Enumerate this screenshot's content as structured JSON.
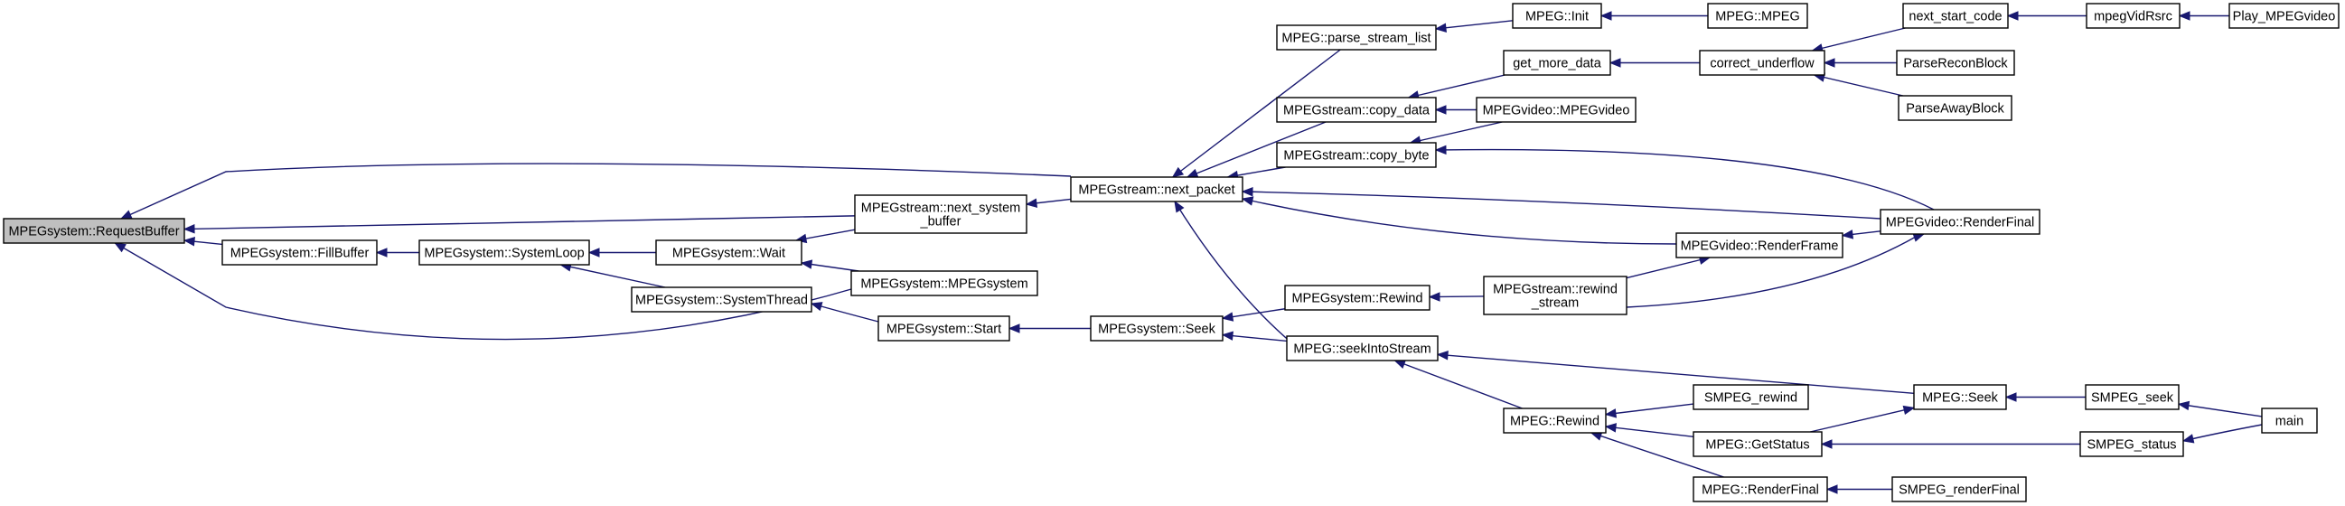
{
  "graph": {
    "nodes": [
      {
        "id": "MPEGsystem_RequestBuffer",
        "lines": [
          "MPEGsystem::RequestBuffer"
        ],
        "current": true
      },
      {
        "id": "MPEGsystem_FillBuffer",
        "lines": [
          "MPEGsystem::FillBuffer"
        ]
      },
      {
        "id": "MPEGsystem_SystemLoop",
        "lines": [
          "MPEGsystem::SystemLoop"
        ]
      },
      {
        "id": "MPEGsystem_Wait",
        "lines": [
          "MPEGsystem::Wait"
        ]
      },
      {
        "id": "MPEGsystem_SystemThread",
        "lines": [
          "MPEGsystem::SystemThread"
        ]
      },
      {
        "id": "MPEGsystem_MPEGsystem",
        "lines": [
          "MPEGsystem::MPEGsystem"
        ]
      },
      {
        "id": "MPEGsystem_Start",
        "lines": [
          "MPEGsystem::Start"
        ]
      },
      {
        "id": "MPEGsystem_Seek",
        "lines": [
          "MPEGsystem::Seek"
        ]
      },
      {
        "id": "MPEGstream_next_system_buffer",
        "lines": [
          "MPEGstream::next_system",
          "_buffer"
        ]
      },
      {
        "id": "MPEGstream_next_packet",
        "lines": [
          "MPEGstream::next_packet"
        ]
      },
      {
        "id": "MPEG_parse_stream_list",
        "lines": [
          "MPEG::parse_stream_list"
        ]
      },
      {
        "id": "MPEG_Init",
        "lines": [
          "MPEG::Init"
        ]
      },
      {
        "id": "MPEG_MPEG",
        "lines": [
          "MPEG::MPEG"
        ]
      },
      {
        "id": "MPEGstream_copy_data",
        "lines": [
          "MPEGstream::copy_data"
        ]
      },
      {
        "id": "get_more_data",
        "lines": [
          "get_more_data"
        ]
      },
      {
        "id": "correct_underflow",
        "lines": [
          "correct_underflow"
        ]
      },
      {
        "id": "next_start_code",
        "lines": [
          "next_start_code"
        ]
      },
      {
        "id": "mpegVidRsrc",
        "lines": [
          "mpegVidRsrc"
        ]
      },
      {
        "id": "Play_MPEGvideo",
        "lines": [
          "Play_MPEGvideo"
        ]
      },
      {
        "id": "ParseReconBlock",
        "lines": [
          "ParseReconBlock"
        ]
      },
      {
        "id": "ParseAwayBlock",
        "lines": [
          "ParseAwayBlock"
        ]
      },
      {
        "id": "MPEGvideo_MPEGvideo",
        "lines": [
          "MPEGvideo::MPEGvideo"
        ]
      },
      {
        "id": "MPEGstream_copy_byte",
        "lines": [
          "MPEGstream::copy_byte"
        ]
      },
      {
        "id": "MPEGvideo_RenderFinal",
        "lines": [
          "MPEGvideo::RenderFinal"
        ]
      },
      {
        "id": "MPEGvideo_RenderFrame",
        "lines": [
          "MPEGvideo::RenderFrame"
        ]
      },
      {
        "id": "MPEGsystem_Rewind",
        "lines": [
          "MPEGsystem::Rewind"
        ]
      },
      {
        "id": "MPEGstream_rewind_stream",
        "lines": [
          "MPEGstream::rewind",
          "_stream"
        ]
      },
      {
        "id": "MPEG_seekIntoStream",
        "lines": [
          "MPEG::seekIntoStream"
        ]
      },
      {
        "id": "MPEG_Seek",
        "lines": [
          "MPEG::Seek"
        ]
      },
      {
        "id": "SMPEG_seek",
        "lines": [
          "SMPEG_seek"
        ]
      },
      {
        "id": "main",
        "lines": [
          "main"
        ]
      },
      {
        "id": "MPEG_Rewind",
        "lines": [
          "MPEG::Rewind"
        ]
      },
      {
        "id": "SMPEG_rewind",
        "lines": [
          "SMPEG_rewind"
        ]
      },
      {
        "id": "MPEG_GetStatus",
        "lines": [
          "MPEG::GetStatus"
        ]
      },
      {
        "id": "SMPEG_status",
        "lines": [
          "SMPEG_status"
        ]
      },
      {
        "id": "MPEG_RenderFinal",
        "lines": [
          "MPEG::RenderFinal"
        ]
      },
      {
        "id": "SMPEG_renderFinal",
        "lines": [
          "SMPEG_renderFinal"
        ]
      }
    ],
    "edges": [
      {
        "from": "MPEGsystem_FillBuffer",
        "to": "MPEGsystem_RequestBuffer"
      },
      {
        "from": "MPEGstream_next_system_buffer",
        "to": "MPEGsystem_RequestBuffer"
      },
      {
        "from": "MPEGstream_next_packet",
        "to": "MPEGsystem_RequestBuffer"
      },
      {
        "from": "MPEGsystem_MPEGsystem",
        "to": "MPEGsystem_RequestBuffer"
      },
      {
        "from": "MPEGsystem_SystemLoop",
        "to": "MPEGsystem_FillBuffer"
      },
      {
        "from": "MPEGsystem_Wait",
        "to": "MPEGsystem_SystemLoop"
      },
      {
        "from": "MPEGsystem_SystemThread",
        "to": "MPEGsystem_SystemLoop"
      },
      {
        "from": "MPEGstream_next_system_buffer",
        "to": "MPEGsystem_Wait"
      },
      {
        "from": "MPEGsystem_MPEGsystem",
        "to": "MPEGsystem_Wait"
      },
      {
        "from": "MPEGsystem_Start",
        "to": "MPEGsystem_SystemThread"
      },
      {
        "from": "MPEGsystem_Seek",
        "to": "MPEGsystem_Start"
      },
      {
        "from": "MPEGsystem_Rewind",
        "to": "MPEGsystem_Seek"
      },
      {
        "from": "MPEG_seekIntoStream",
        "to": "MPEGsystem_Seek"
      },
      {
        "from": "MPEGstream_next_packet",
        "to": "MPEGstream_next_system_buffer"
      },
      {
        "from": "MPEG_parse_stream_list",
        "to": "MPEGstream_next_packet"
      },
      {
        "from": "MPEGstream_copy_data",
        "to": "MPEGstream_next_packet"
      },
      {
        "from": "MPEGstream_copy_byte",
        "to": "MPEGstream_next_packet"
      },
      {
        "from": "MPEGvideo_RenderFinal",
        "to": "MPEGstream_next_packet"
      },
      {
        "from": "MPEGvideo_RenderFrame",
        "to": "MPEGstream_next_packet"
      },
      {
        "from": "MPEG_seekIntoStream",
        "to": "MPEGstream_next_packet"
      },
      {
        "from": "MPEG_Init",
        "to": "MPEG_parse_stream_list"
      },
      {
        "from": "MPEG_MPEG",
        "to": "MPEG_Init"
      },
      {
        "from": "get_more_data",
        "to": "MPEGstream_copy_data"
      },
      {
        "from": "MPEGvideo_MPEGvideo",
        "to": "MPEGstream_copy_data"
      },
      {
        "from": "correct_underflow",
        "to": "get_more_data"
      },
      {
        "from": "next_start_code",
        "to": "correct_underflow"
      },
      {
        "from": "ParseReconBlock",
        "to": "correct_underflow"
      },
      {
        "from": "ParseAwayBlock",
        "to": "correct_underflow"
      },
      {
        "from": "mpegVidRsrc",
        "to": "next_start_code"
      },
      {
        "from": "Play_MPEGvideo",
        "to": "mpegVidRsrc"
      },
      {
        "from": "MPEGvideo_MPEGvideo",
        "to": "MPEGstream_copy_byte"
      },
      {
        "from": "MPEGvideo_RenderFinal",
        "to": "MPEGstream_copy_byte"
      },
      {
        "from": "MPEGvideo_RenderFinal",
        "to": "MPEGvideo_RenderFrame"
      },
      {
        "from": "MPEGstream_rewind_stream",
        "to": "MPEGvideo_RenderFrame"
      },
      {
        "from": "MPEGstream_rewind_stream",
        "to": "MPEGsystem_Rewind"
      },
      {
        "from": "MPEGstream_rewind_stream",
        "to": "MPEGvideo_RenderFinal"
      },
      {
        "from": "MPEG_Seek",
        "to": "MPEG_seekIntoStream"
      },
      {
        "from": "MPEG_Rewind",
        "to": "MPEG_seekIntoStream"
      },
      {
        "from": "SMPEG_seek",
        "to": "MPEG_Seek"
      },
      {
        "from": "MPEG_GetStatus",
        "to": "MPEG_Seek"
      },
      {
        "from": "main",
        "to": "SMPEG_seek"
      },
      {
        "from": "SMPEG_rewind",
        "to": "MPEG_Rewind"
      },
      {
        "from": "MPEG_GetStatus",
        "to": "MPEG_Rewind"
      },
      {
        "from": "MPEG_RenderFinal",
        "to": "MPEG_Rewind"
      },
      {
        "from": "SMPEG_status",
        "to": "MPEG_GetStatus"
      },
      {
        "from": "main",
        "to": "SMPEG_status"
      },
      {
        "from": "SMPEG_renderFinal",
        "to": "MPEG_RenderFinal"
      }
    ]
  }
}
